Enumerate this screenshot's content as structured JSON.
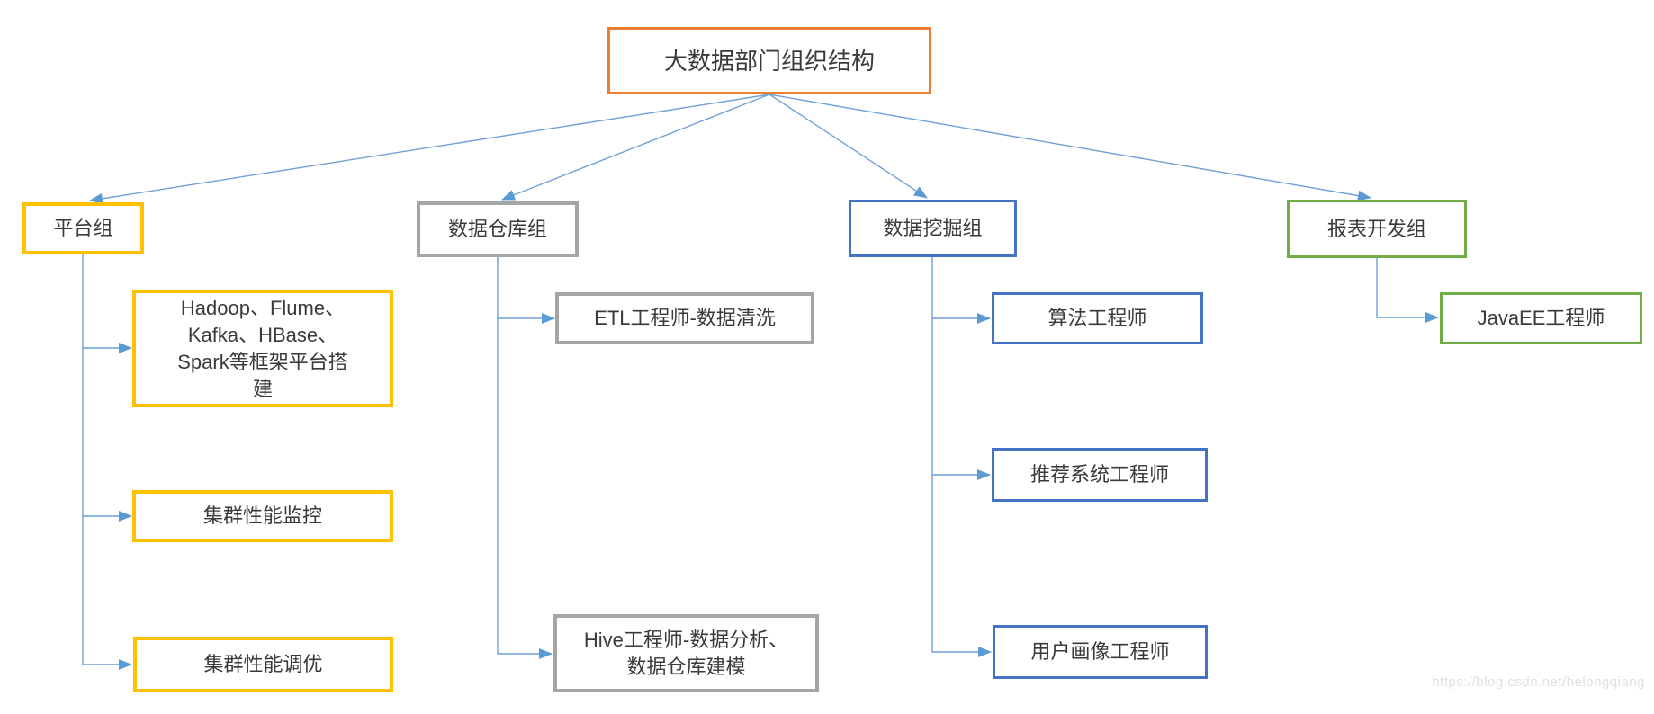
{
  "diagram": {
    "title": "大数据部门组织结构",
    "watermark": "https://blog.csdn.net/helongqiang",
    "colors": {
      "root_border": "#ED7D31",
      "platform_border": "#FFC000",
      "warehouse_border": "#A5A5A5",
      "mining_border": "#4472C4",
      "report_border": "#70AD47",
      "connector": "#5B9BD5",
      "text": "#3a3a3a",
      "background": "#ffffff"
    },
    "groups": [
      {
        "label": "平台组",
        "children": [
          "Hadoop、Flume、Kafka、HBase、Spark等框架平台搭建",
          "集群性能监控",
          "集群性能调优"
        ]
      },
      {
        "label": "数据仓库组",
        "children": [
          "ETL工程师-数据清洗",
          "Hive工程师-数据分析、数据仓库建模"
        ]
      },
      {
        "label": "数据挖掘组",
        "children": [
          "算法工程师",
          "推荐系统工程师",
          "用户画像工程师"
        ]
      },
      {
        "label": "报表开发组",
        "children": [
          "JavaEE工程师"
        ]
      }
    ]
  }
}
